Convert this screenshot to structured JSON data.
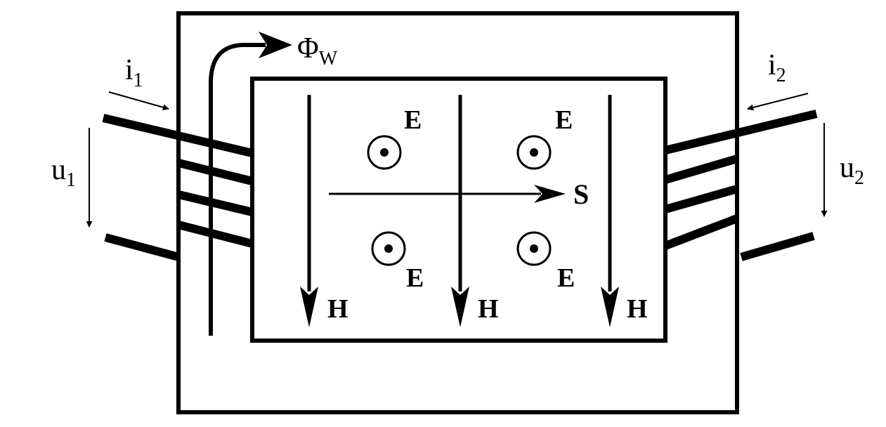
{
  "labels": {
    "flux": {
      "main": "Φ",
      "sub": "W"
    },
    "current_1": {
      "main": "i",
      "sub": "1"
    },
    "current_2": {
      "main": "i",
      "sub": "2"
    },
    "voltage_1": {
      "main": "u",
      "sub": "1"
    },
    "voltage_2": {
      "main": "u",
      "sub": "2"
    },
    "e_field": [
      "E",
      "E",
      "E",
      "E"
    ],
    "h_field": [
      "H",
      "H",
      "H"
    ],
    "poynting": "S"
  },
  "colors": {
    "ink": "#000000",
    "background": "#ffffff"
  }
}
